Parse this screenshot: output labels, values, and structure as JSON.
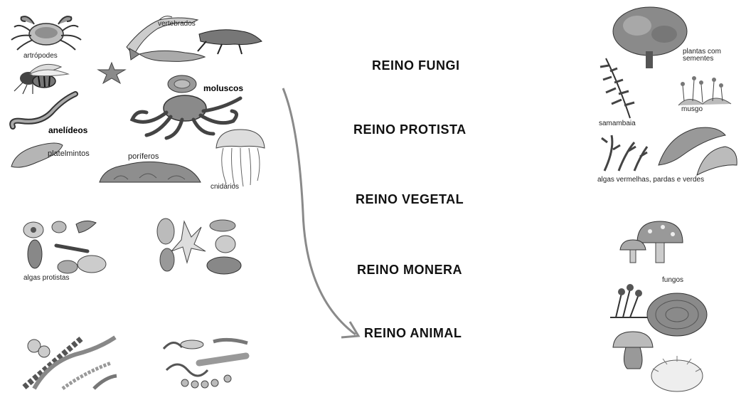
{
  "kingdoms": [
    {
      "id": "fungi",
      "label": "REINO FUNGI"
    },
    {
      "id": "protista",
      "label": "REINO PROTISTA"
    },
    {
      "id": "vegetal",
      "label": "REINO VEGETAL"
    },
    {
      "id": "monera",
      "label": "REINO MONERA"
    },
    {
      "id": "animal",
      "label": "REINO ANIMAL"
    }
  ],
  "animal_labels": {
    "artropodes": "artrópodes",
    "vertebrados": "vertebrados",
    "moluscos": "moluscos",
    "anelideos": "anelídeos",
    "platelmintos": "platelmintos",
    "poriferos": "poríferos",
    "cnidarios": "cnidários"
  },
  "protist_labels": {
    "algas_protistas": "algas protistas"
  },
  "plant_labels": {
    "plantas_com_sementes": "plantas com sementes",
    "samambaia": "samambaia",
    "musgo": "musgo",
    "algas": "algas vermelhas, pardas e verdes"
  },
  "fungi_labels": {
    "fungos": "fungos"
  },
  "colors": {
    "arrow": "#8a8a8a",
    "ink": "#333333",
    "shade": "#9a9a9a"
  }
}
